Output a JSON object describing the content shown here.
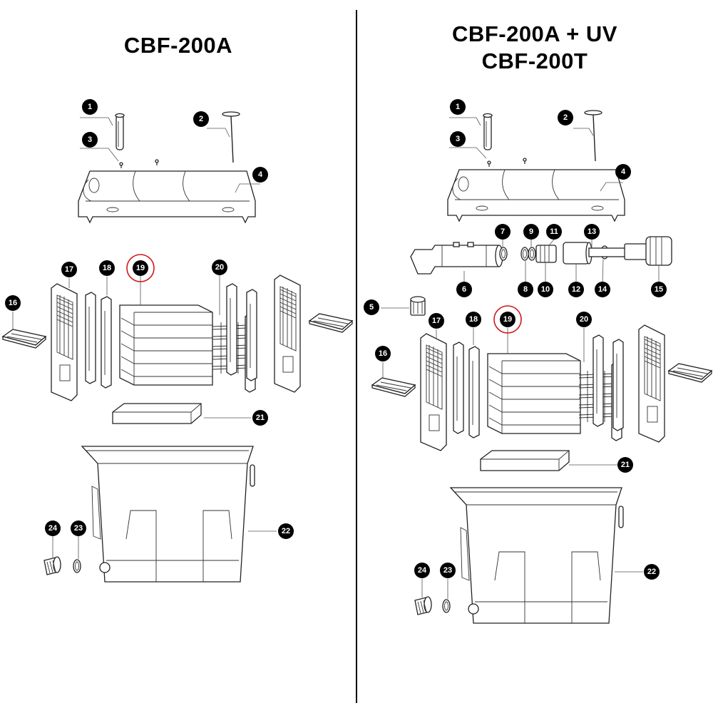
{
  "titles": {
    "left": "CBF-200A",
    "right_line1": "CBF-200A + UV",
    "right_line2": "CBF-200T"
  },
  "highlighted_part": "19",
  "colors": {
    "highlight": "#d01818",
    "badge": "#000000",
    "line": "#222222"
  },
  "left_badges": [
    "1",
    "2",
    "3",
    "4",
    "16",
    "17",
    "18",
    "19",
    "20",
    "21",
    "22",
    "23",
    "24"
  ],
  "right_badges": [
    "1",
    "2",
    "3",
    "4",
    "5",
    "6",
    "7",
    "8",
    "9",
    "10",
    "11",
    "12",
    "13",
    "14",
    "15",
    "16",
    "17",
    "18",
    "19",
    "20",
    "21",
    "22",
    "23",
    "24"
  ]
}
